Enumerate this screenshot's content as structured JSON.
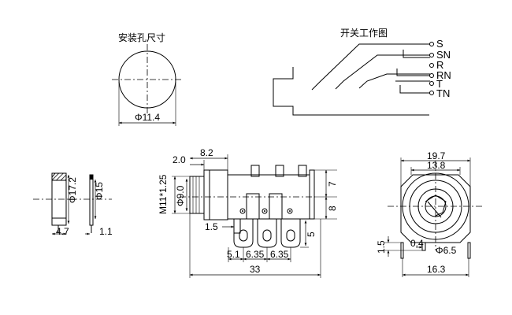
{
  "top": {
    "hole_title": "安装孔尺寸",
    "hole_dim": "Φ11.4",
    "switch_title": "开关工作图",
    "pins": [
      "S",
      "SN",
      "R",
      "RN",
      "T",
      "TN"
    ]
  },
  "left_view": {
    "d1": "Φ17.2",
    "d2": "Φ15",
    "w1": "4.7",
    "w2": "1.1"
  },
  "side_view": {
    "thread": "M11*1.25",
    "bore": "Φ9.0",
    "d20": "2.0",
    "d82": "8.2",
    "d7": "7",
    "d8": "8",
    "d15": "1.5",
    "d5": "5",
    "d51": "5.1",
    "d635a": "6.35",
    "d635b": "6.35",
    "d33": "33"
  },
  "right_view": {
    "d197": "19.7",
    "d138": "13.8",
    "d15": "1.5",
    "d04": "0.4",
    "d65": "Φ6.5",
    "d163": "16.3"
  }
}
